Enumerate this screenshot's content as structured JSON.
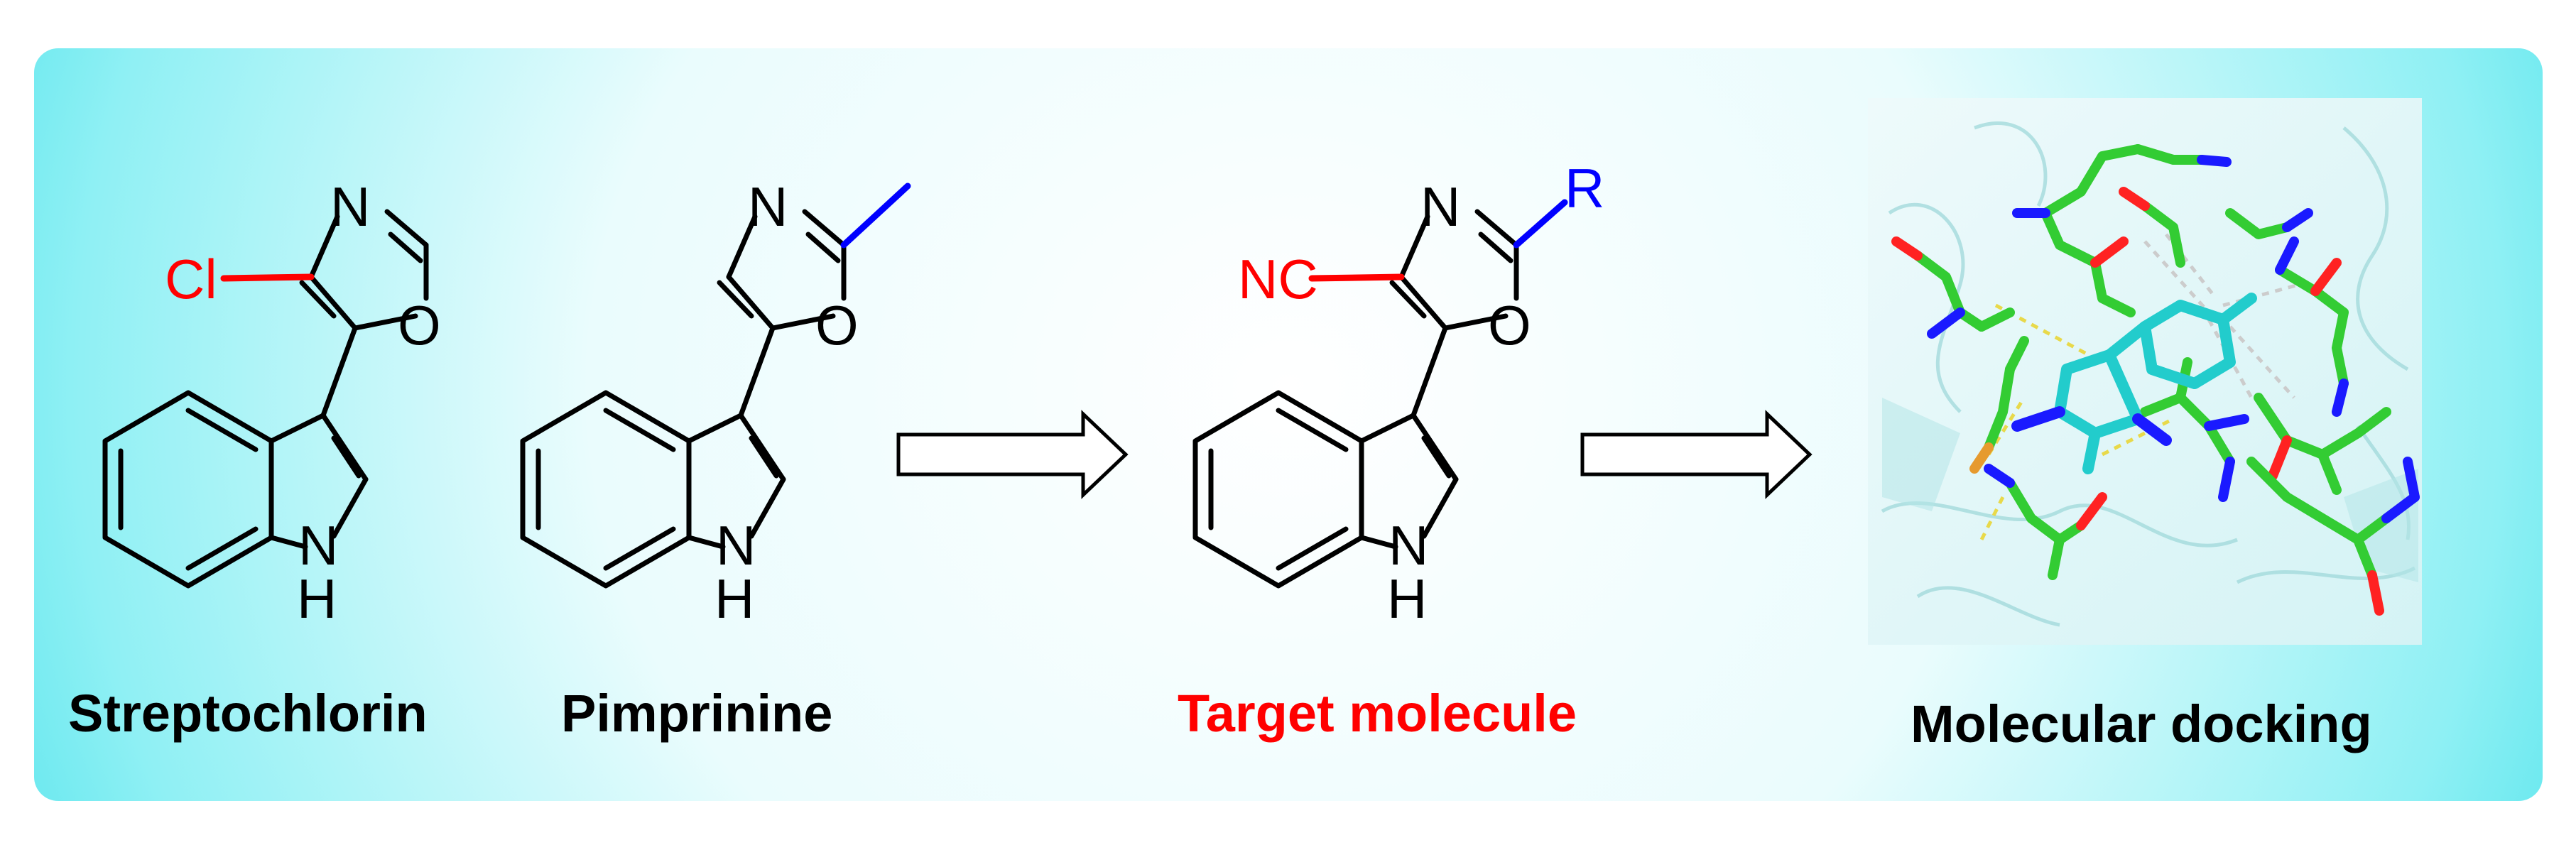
{
  "colors": {
    "panel_center": "#ffffff",
    "panel_edge": "#33dde8",
    "highlight_red": "#ff0000",
    "highlight_blue": "#0000ff",
    "black": "#000000",
    "carbon_green": "#33cc33",
    "ligand_cyan": "#22cccc",
    "nitrogen_blue": "#1a1aff",
    "oxygen_red": "#ff2222",
    "sulfur_orange": "#e69a2e",
    "hbond_yellow": "#e8d94a"
  },
  "atoms": {
    "N": "N",
    "O": "O",
    "H": "H",
    "Cl": "Cl",
    "NC": "NC",
    "R": "R"
  },
  "labels": {
    "streptochlorin": "Streptochlorin",
    "pimprinine": "Pimprinine",
    "target": "Target molecule",
    "docking": "Molecular docking"
  }
}
